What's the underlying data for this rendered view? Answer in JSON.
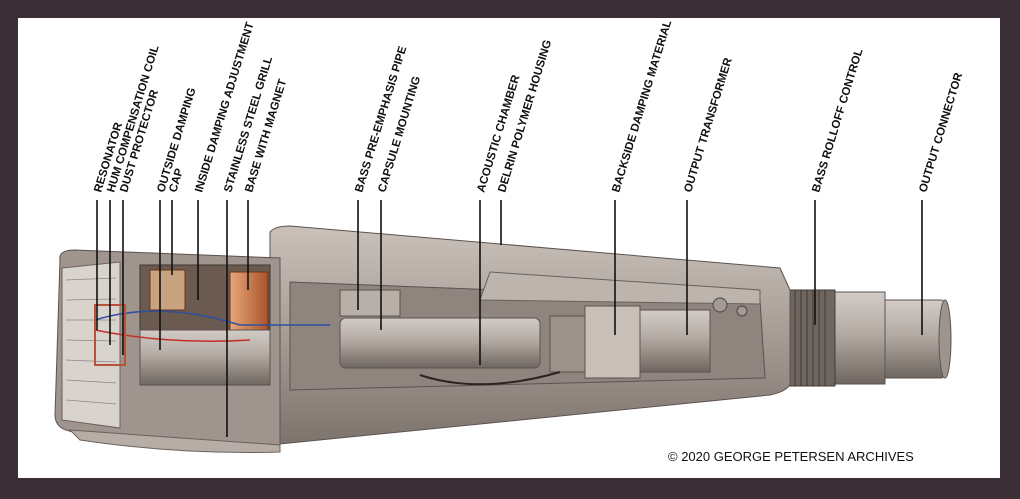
{
  "labels": [
    {
      "text": "RESONATOR"
    },
    {
      "text": "HUM COMPENSATION COIL"
    },
    {
      "text": "DUST PROTECTOR"
    },
    {
      "text": "OUTSIDE DAMPING"
    },
    {
      "text": "CAP"
    },
    {
      "text": "INSIDE DAMPING ADJUSTMENT"
    },
    {
      "text": "STAINLESS STEEL GRILL"
    },
    {
      "text": "BASE WITH MAGNET"
    },
    {
      "text": "BASS PRE-EMPHASIS PIPE"
    },
    {
      "text": "CAPSULE MOUNTING"
    },
    {
      "text": "ACOUSTIC CHAMBER"
    },
    {
      "text": "DELRIN POLYMER HOUSING"
    },
    {
      "text": "BACKSIDE DAMPING MATERIAL"
    },
    {
      "text": "OUTPUT TRANSFORMER"
    },
    {
      "text": "BASS ROLLOFF CONTROL"
    },
    {
      "text": "OUTPUT CONNECTOR"
    }
  ],
  "copyright": "© 2020 GEORGE PETERSEN ARCHIVES",
  "colors": {
    "frame": "#3b2f37",
    "body": "#a89e97",
    "copper": "#c8784a"
  }
}
